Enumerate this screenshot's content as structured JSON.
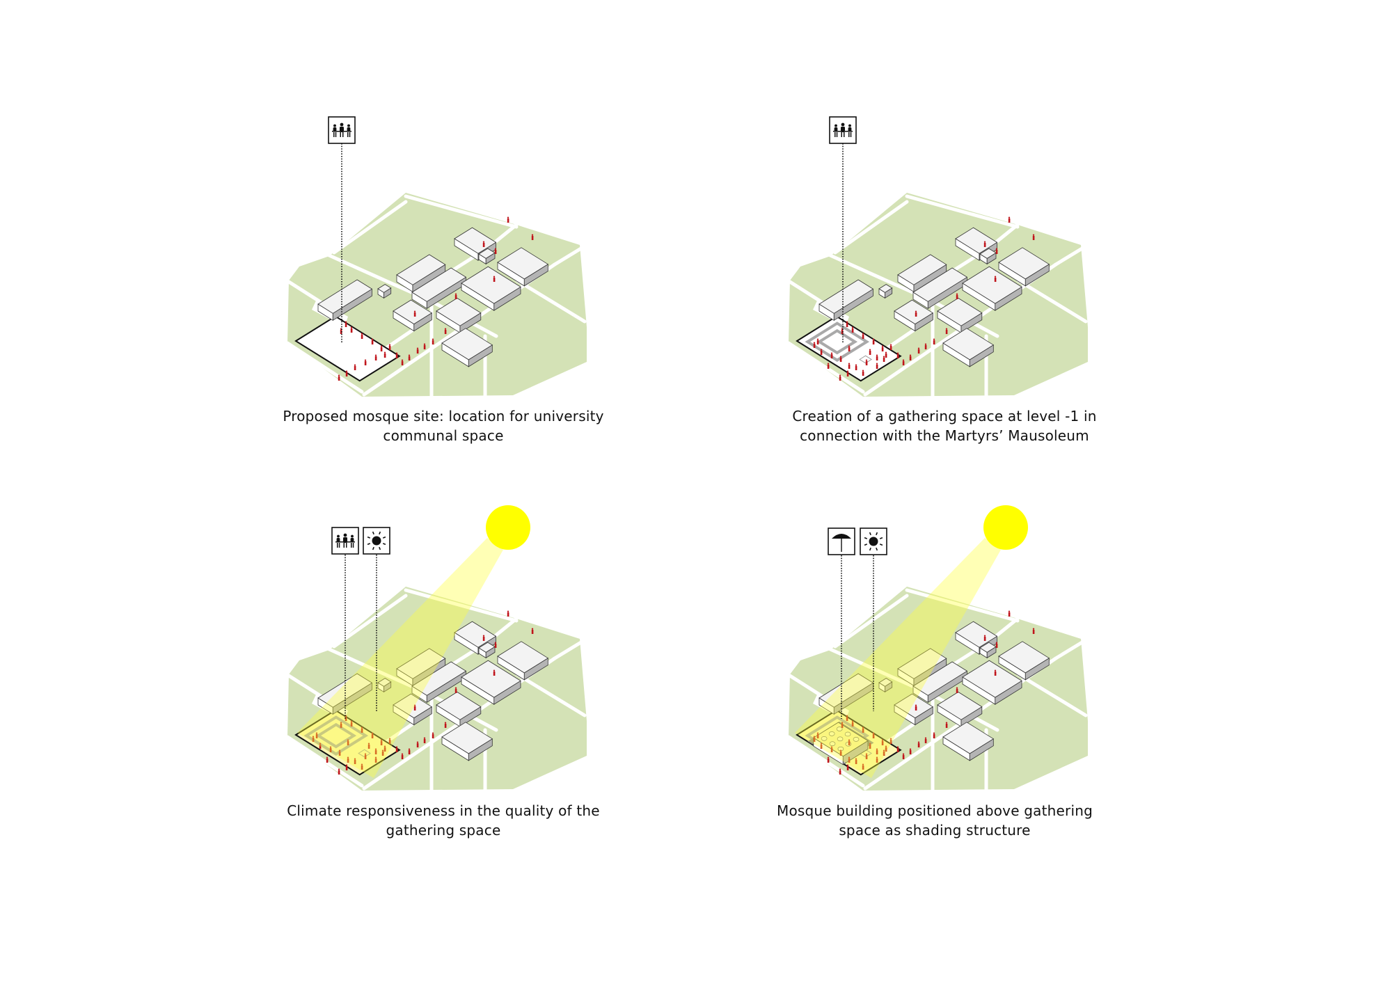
{
  "panels": [
    {
      "caption_lines": [
        "Proposed mosque site: location for university",
        "communal space"
      ],
      "icons": [
        "community-people-icon"
      ],
      "stage": "site"
    },
    {
      "caption_lines": [
        "Creation of a gathering space at level -1 in",
        "connection with the Martyrs’ Mausoleum"
      ],
      "icons": [
        "community-people-icon"
      ],
      "stage": "gathering"
    },
    {
      "caption_lines": [
        "Climate responsiveness in the quality of the",
        "gathering space"
      ],
      "icons": [
        "community-people-icon",
        "sun-icon"
      ],
      "stage": "climate"
    },
    {
      "caption_lines": [
        "Mosque building positioned above gathering",
        "space as shading structure"
      ],
      "icons": [
        "umbrella-icon",
        "sun-icon"
      ],
      "stage": "mosque"
    }
  ],
  "colors": {
    "ground": "#d4e2b6",
    "road": "#ffffff",
    "building_top": "#f3f3f3",
    "building_side": "#b4b4b4",
    "people": "#c0141b",
    "sun": "#ffff00",
    "beam": "#ffff3c",
    "site_fill_sunlit": "#fbf6b4",
    "gathering_ring": "#a9a9a9"
  }
}
